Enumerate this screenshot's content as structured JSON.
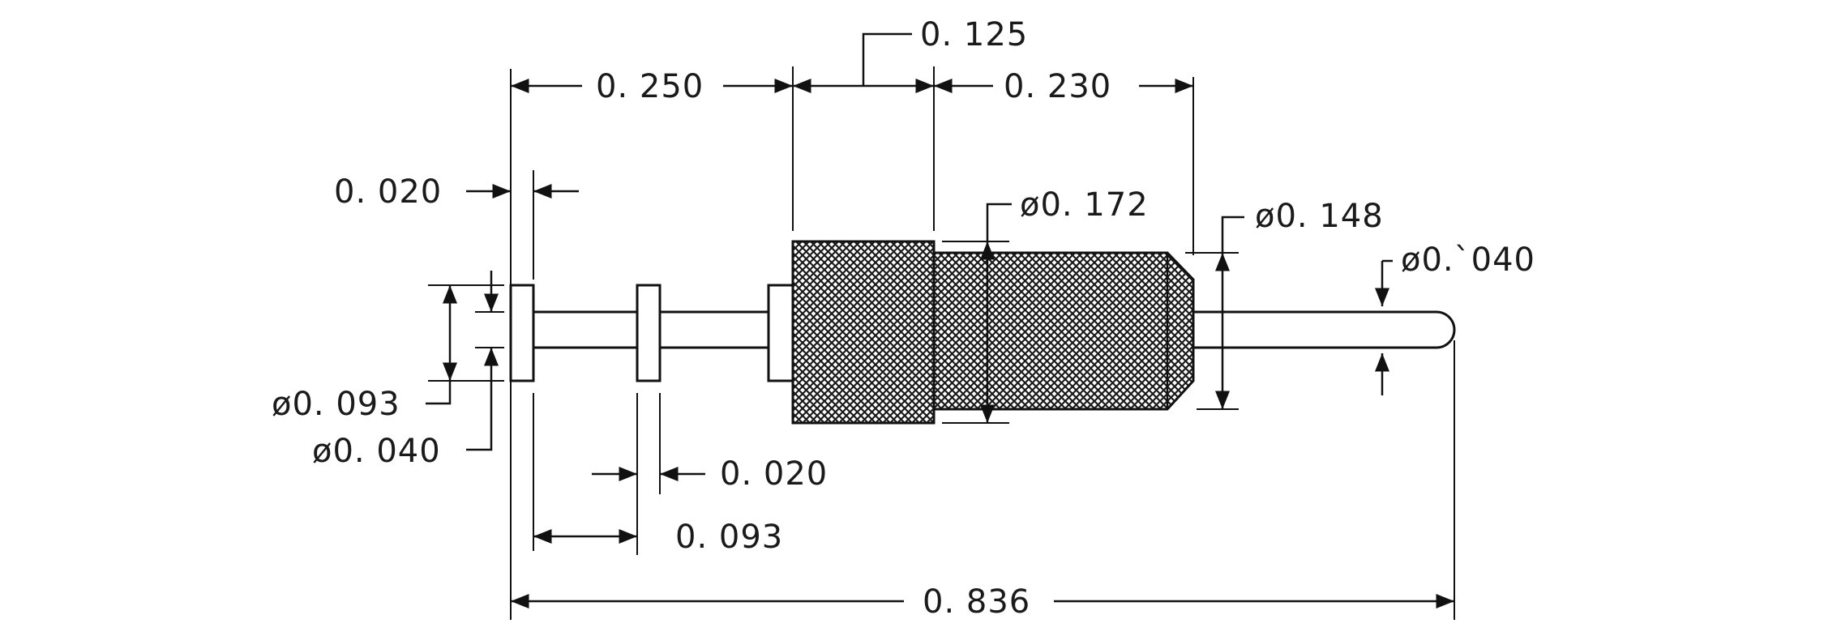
{
  "drawing": {
    "dimensions": {
      "len_0250": "0. 250",
      "len_0125": "0. 125",
      "len_0230": "0. 230",
      "len_0020_top": "0. 020",
      "dia_0172": "ø0. 172",
      "dia_0148": "ø0. 148",
      "dia_0040_tip": "ø0.`040",
      "dia_0093": "ø0. 093",
      "dia_0040_left": "ø0. 040",
      "len_0020_bottom": "0. 020",
      "len_0093": "0. 093",
      "len_0836": "0. 836"
    },
    "colors": {
      "line": "#111111",
      "knurl": "#1a1a1a",
      "background": "#ffffff"
    }
  }
}
